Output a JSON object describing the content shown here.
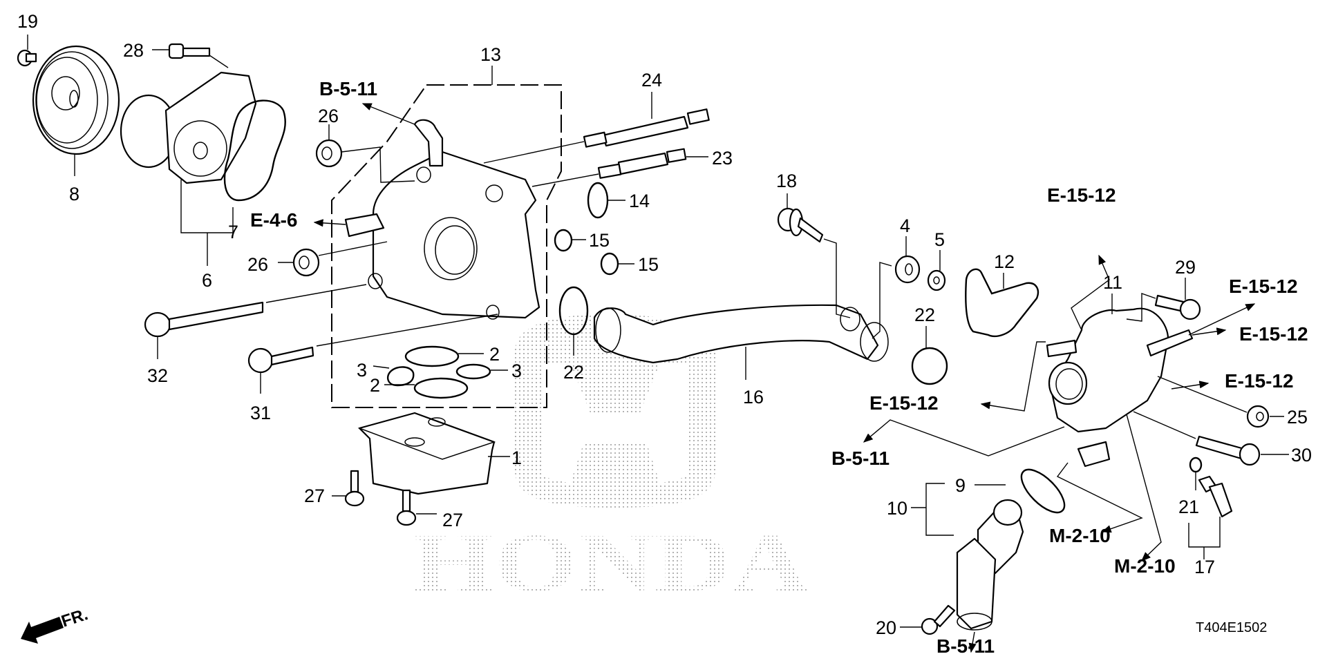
{
  "diagram": {
    "title": "Honda engine cooling parts diagram",
    "watermark": "HONDA",
    "figure_code": "T404E1502",
    "front_indicator": "FR.",
    "colors": {
      "line": "#000000",
      "background": "#ffffff",
      "watermark_dots": "#9a9a9a"
    }
  },
  "callouts": [
    {
      "ref": "19"
    },
    {
      "ref": "28"
    },
    {
      "ref": "8"
    },
    {
      "ref": "13"
    },
    {
      "ref": "24"
    },
    {
      "ref": "26"
    },
    {
      "ref": "23"
    },
    {
      "ref": "14"
    },
    {
      "ref": "7"
    },
    {
      "ref": "15"
    },
    {
      "ref": "15"
    },
    {
      "ref": "26"
    },
    {
      "ref": "6"
    },
    {
      "ref": "32"
    },
    {
      "ref": "31"
    },
    {
      "ref": "2"
    },
    {
      "ref": "3"
    },
    {
      "ref": "3"
    },
    {
      "ref": "2"
    },
    {
      "ref": "22"
    },
    {
      "ref": "16"
    },
    {
      "ref": "1"
    },
    {
      "ref": "27"
    },
    {
      "ref": "27"
    },
    {
      "ref": "18"
    },
    {
      "ref": "4"
    },
    {
      "ref": "5"
    },
    {
      "ref": "12"
    },
    {
      "ref": "22"
    },
    {
      "ref": "11"
    },
    {
      "ref": "29"
    },
    {
      "ref": "25"
    },
    {
      "ref": "30"
    },
    {
      "ref": "9"
    },
    {
      "ref": "10"
    },
    {
      "ref": "21"
    },
    {
      "ref": "17"
    },
    {
      "ref": "20"
    }
  ],
  "section_refs": [
    {
      "ref": "B-5-11"
    },
    {
      "ref": "E-4-6"
    },
    {
      "ref": "E-15-12"
    },
    {
      "ref": "E-15-12"
    },
    {
      "ref": "E-15-12"
    },
    {
      "ref": "E-15-12"
    },
    {
      "ref": "E-15-12"
    },
    {
      "ref": "B-5-11"
    },
    {
      "ref": "M-2-10"
    },
    {
      "ref": "M-2-10"
    },
    {
      "ref": "B-5-11"
    }
  ]
}
